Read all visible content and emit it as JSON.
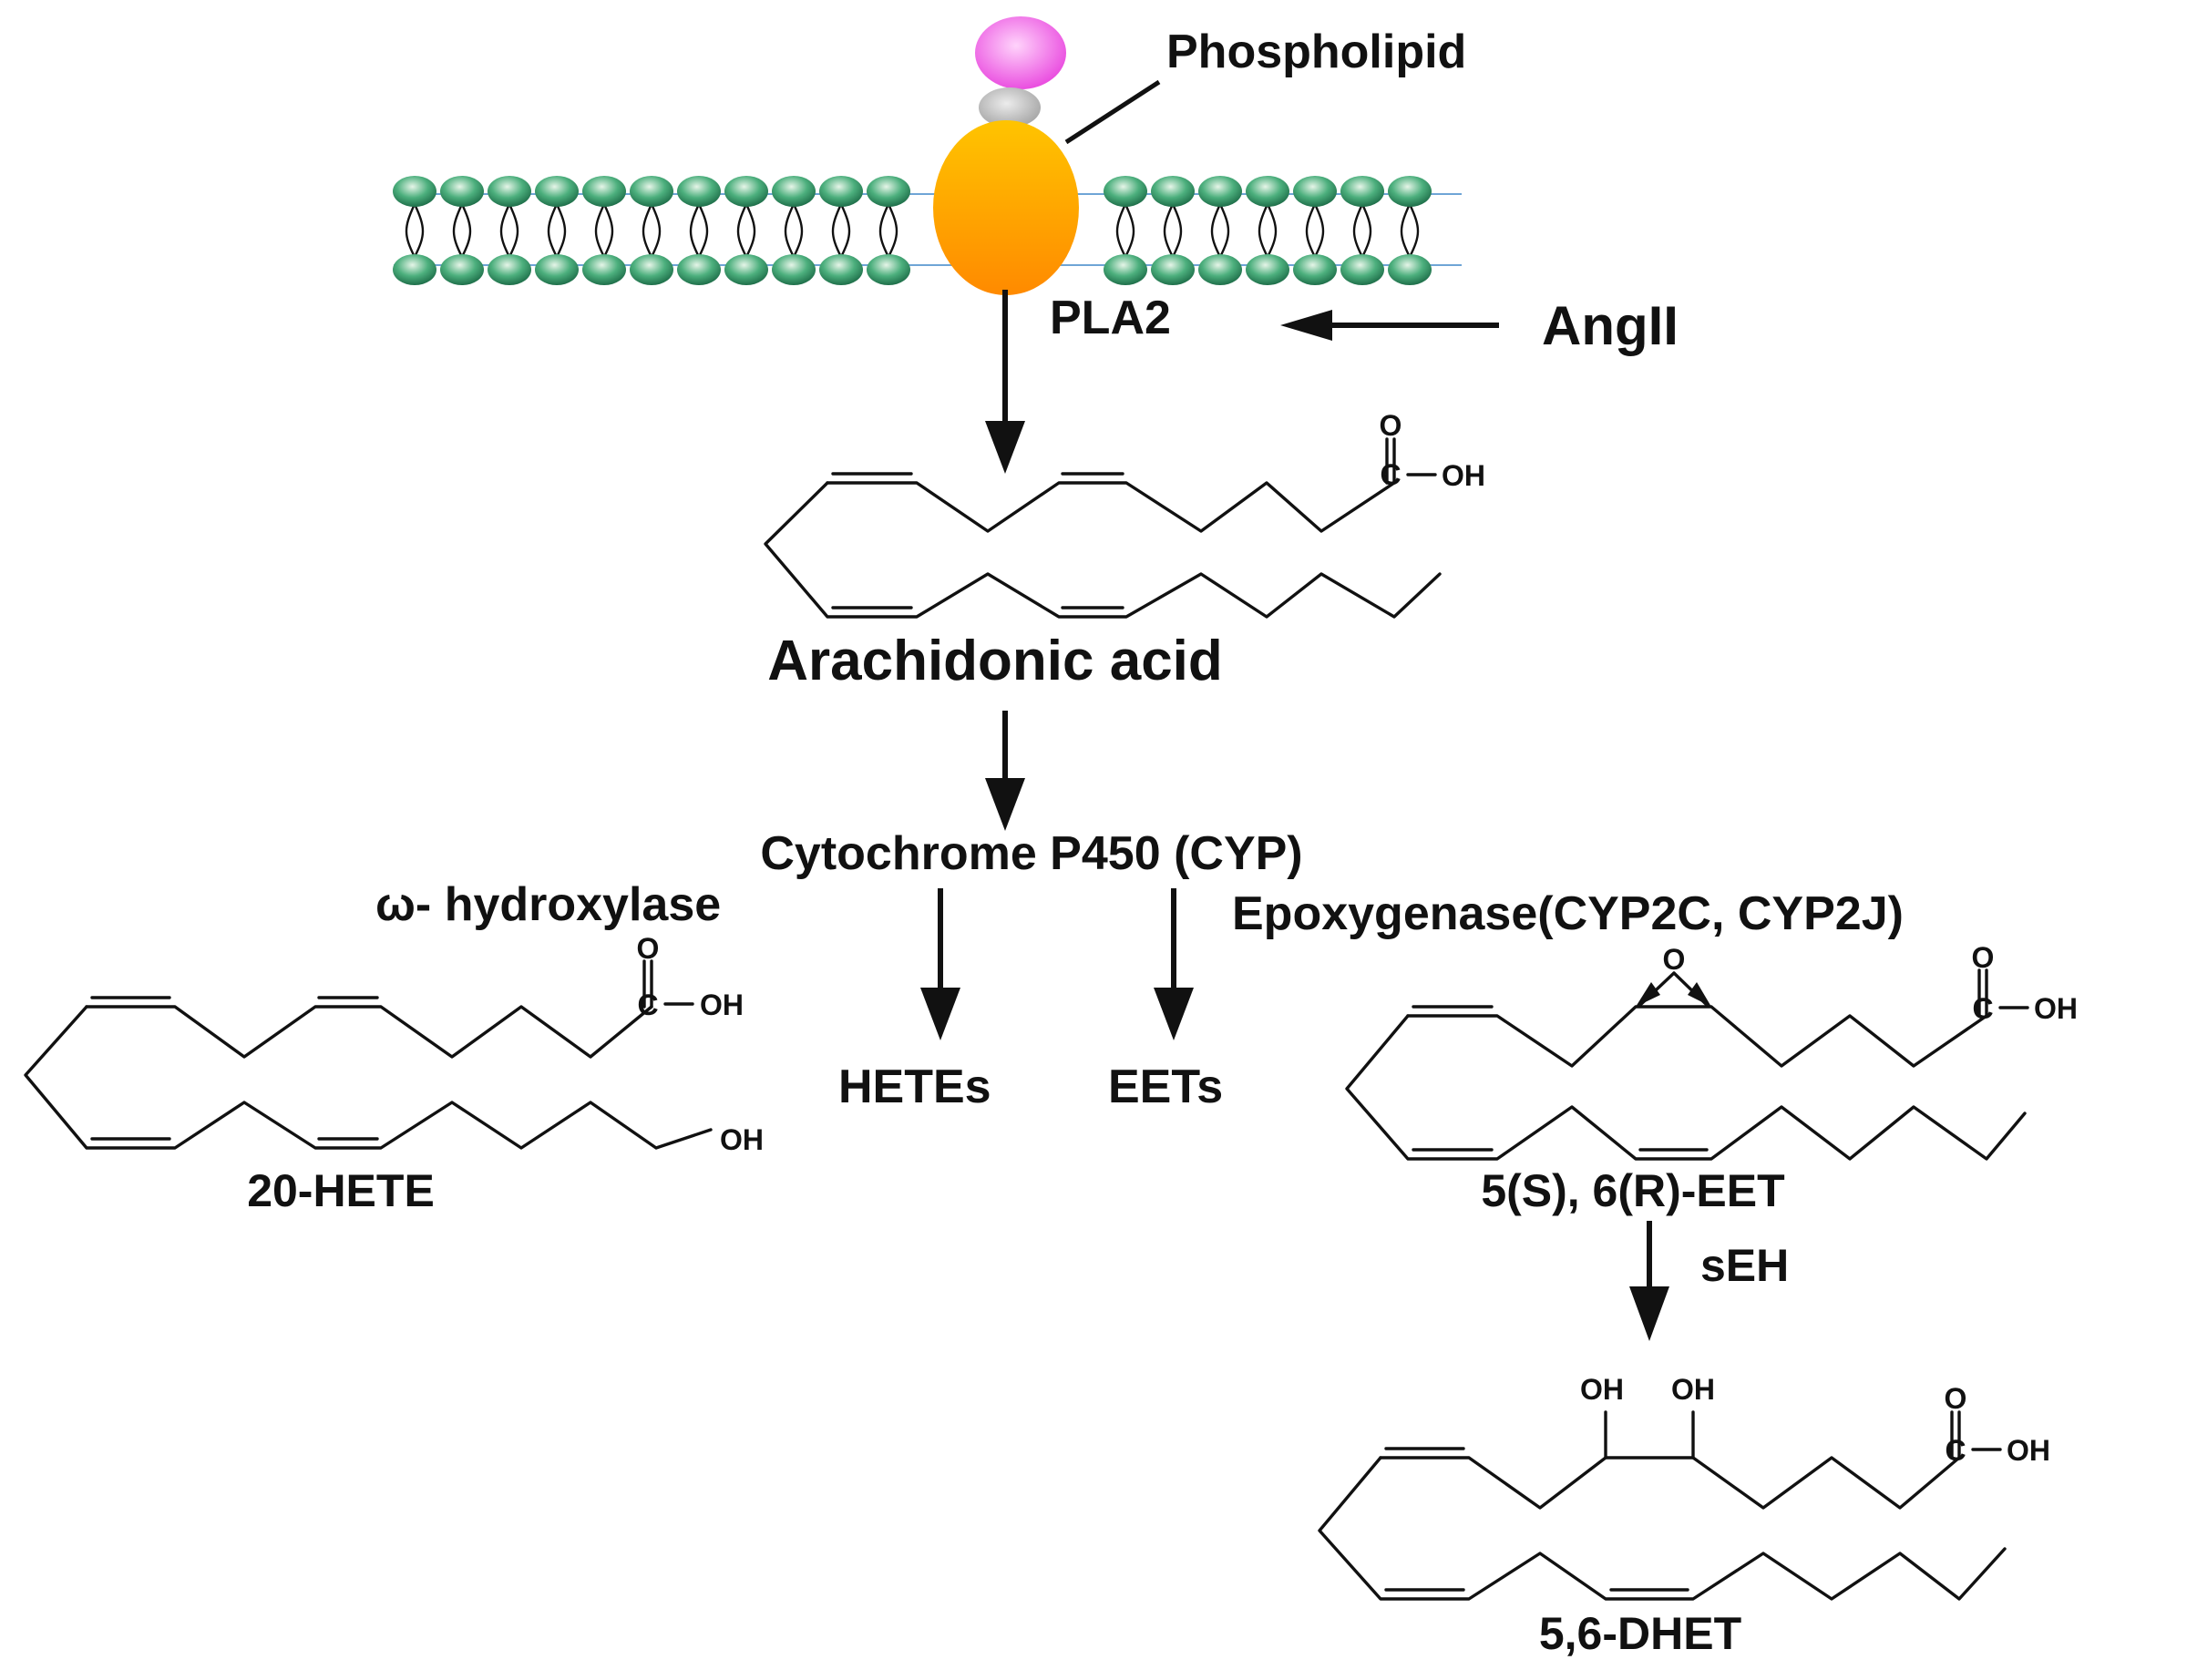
{
  "labels": {
    "phospholipid": "Phospholipid",
    "pla2": "PLA2",
    "ang": "AngII",
    "arachidonic": "Arachidonic acid",
    "cyp": "Cytochrome P450 (CYP)",
    "omega": "ω- hydroxylase",
    "epoxygenase": "Epoxygenase(CYP2C, CYP2J)",
    "hetes": "HETEs",
    "eets": "EETs",
    "hete20": "20-HETE",
    "eet56": "5(S), 6(R)-EET",
    "seh": "sEH",
    "dhet": "5,6-DHET"
  },
  "chem": {
    "O": "O",
    "C": "C",
    "OH": "OH",
    "dashOH": "—OH"
  },
  "colors": {
    "membrane_head": "#3f9e6e",
    "protein": "#ffa800",
    "pink_head": "#f472e6",
    "gray_neck": "#bdbdbd"
  }
}
